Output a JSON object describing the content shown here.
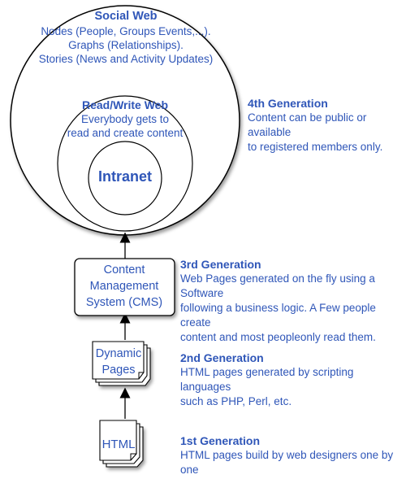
{
  "outer_circle": {
    "title": "Social Web",
    "lines": [
      "Nodes (People, Groups Events,...).",
      "Graphs (Relationships).",
      "Stories (News and Activity Updates)"
    ]
  },
  "middle_circle": {
    "title": "Read/Write Web",
    "lines": [
      "Everybody gets to",
      "read and create content"
    ]
  },
  "inner_circle": {
    "title": "Intranet"
  },
  "boxes": {
    "cms": {
      "lines": [
        "Content",
        "Management",
        "System (CMS)"
      ]
    },
    "dynamic": {
      "lines": [
        "Dynamic",
        "Pages"
      ]
    },
    "html": {
      "label": "HTML"
    }
  },
  "generations": [
    {
      "title": "4th Generation",
      "lines": [
        "Content can be public or available",
        "to registered members only."
      ]
    },
    {
      "title": "3rd Generation",
      "lines": [
        "Web Pages generated on the fly using a Software",
        "following a business logic. A Few people create",
        "content and most peopleonly read them."
      ]
    },
    {
      "title": "2nd Generation",
      "lines": [
        "HTML pages generated by scripting languages",
        "such as PHP, Perl, etc."
      ]
    },
    {
      "title": "1st Generation",
      "lines": [
        "HTML pages build by web designers one by one"
      ]
    }
  ],
  "colors": {
    "text": "#2f56b8",
    "stroke": "#000000",
    "shadow": "#9a9a9a"
  }
}
